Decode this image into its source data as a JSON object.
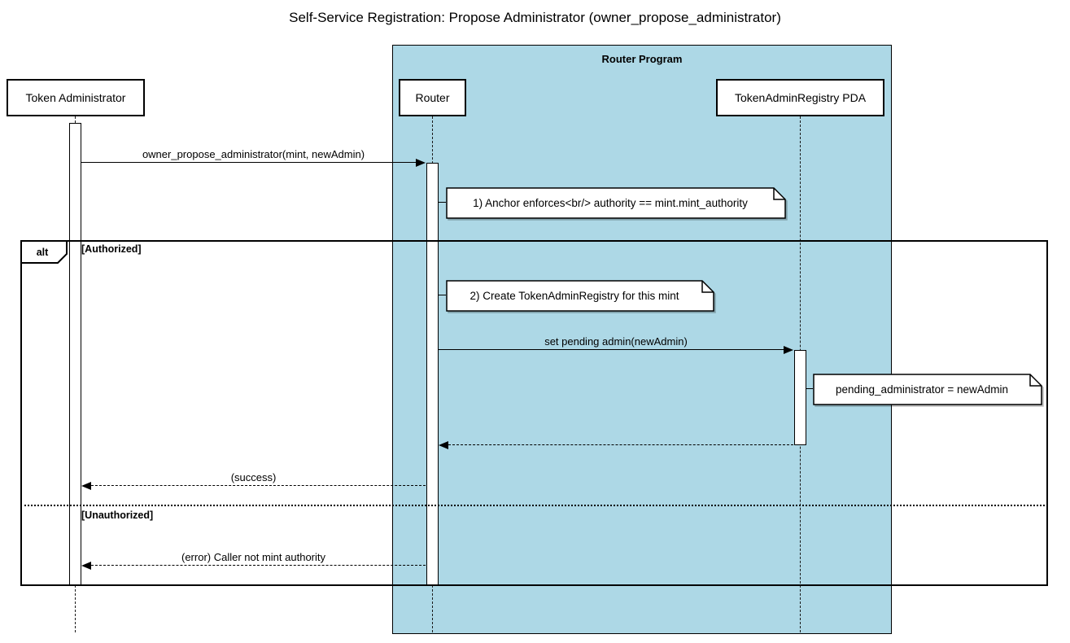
{
  "title": "Self-Service Registration: Propose Administrator (owner_propose_administrator)",
  "program_frame": {
    "label": "Router Program"
  },
  "participants": [
    {
      "id": "token-administrator",
      "label": "Token Administrator"
    },
    {
      "id": "router",
      "label": "Router"
    },
    {
      "id": "token-admin-registry-pda",
      "label": "TokenAdminRegistry PDA"
    }
  ],
  "messages": {
    "propose": "owner_propose_administrator(mint, newAdmin)",
    "set_pending": "set pending admin(newAdmin)",
    "success": "(success)",
    "error": "(error) Caller not mint authority"
  },
  "notes": [
    {
      "text": "1) Anchor enforces<br/> authority == mint.mint_authority"
    },
    {
      "text": "2) Create TokenAdminRegistry for this mint"
    },
    {
      "text": "pending_administrator = newAdmin"
    }
  ],
  "alt": {
    "label": "alt",
    "conditions": [
      "[Authorized]",
      "[Unauthorized]"
    ]
  },
  "colors": {
    "program_bg": "#ADD8E6",
    "line": "#000000",
    "note_bg": "#FFFFFF"
  }
}
